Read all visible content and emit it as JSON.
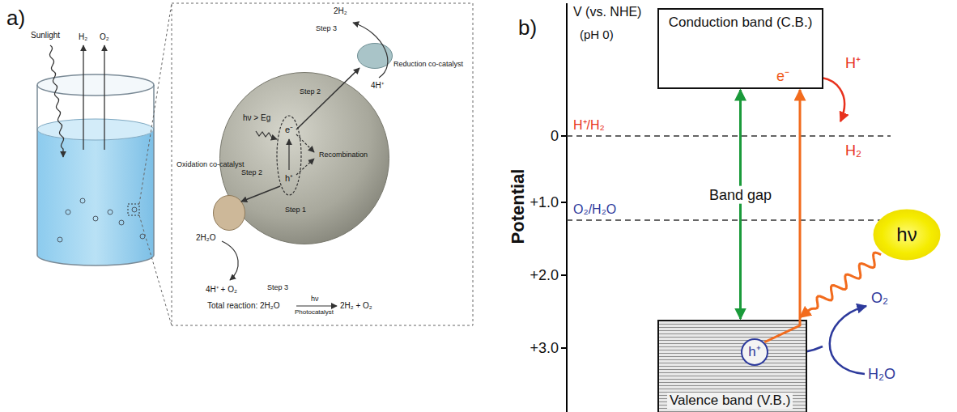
{
  "diagram": {
    "nodes": [
      {
        "text": [
          "hν > Eg",
          "e⁻",
          "h⁺",
          "Recombination",
          "Step 1",
          "Step 2",
          "Step 2"
        ]
      },
      {
        "text": [
          "Reduction co-catalyst"
        ]
      },
      {
        "text": [
          "Oxidation co-catalyst"
        ]
      },
      {
        "text": [
          "Conduction band (C.B.)"
        ]
      },
      {
        "text": [
          "hν"
        ]
      },
      {
        "text": [
          "Valence band (V.B.)"
        ]
      },
      {
        "text": [
          "h⁺"
        ],
        "in": 5
      }
    ],
    "edges": [
      {
        "from": 3,
        "to": 5,
        "arrow": "both",
        "label": "Band gap"
      },
      {
        "from": 6,
        "to": 3,
        "arrow": "to",
        "label": "e⁻"
      },
      {
        "from": 4,
        "to": 5,
        "arrow": "to"
      }
    ],
    "labels": [
      "a)",
      "Sunlight",
      "H₂",
      "O₂",
      "Step 3",
      "2H₂",
      "4H⁺",
      "2H₂O",
      "4H⁺ + O₂",
      "Step 3",
      "Total reaction: 2H₂O",
      "hν",
      "Photocatalyst",
      "2H₂ + O₂",
      "b)",
      "V (vs. NHE)",
      "(pH 0)",
      "H⁺",
      "H₂",
      "H⁺/H₂",
      "0",
      "+1.0",
      "O₂/H₂O",
      "+2.0",
      "+3.0",
      "O₂",
      "H₂O",
      "Potential"
    ]
  }
}
